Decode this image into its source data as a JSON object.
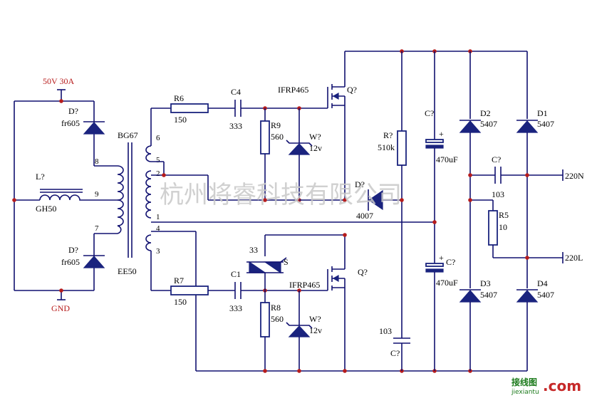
{
  "supply": {
    "vin": "50V 30A",
    "gnd": "GND"
  },
  "transformer": {
    "ref": "BG67",
    "core": "EE50",
    "pins": [
      "8",
      "9",
      "7",
      "6",
      "5",
      "2",
      "1",
      "4",
      "3"
    ]
  },
  "inductor": {
    "ref": "L?",
    "part": "GH50"
  },
  "diodes_input": [
    {
      "ref": "D?",
      "part": "fr605"
    },
    {
      "ref": "D?",
      "part": "fr605"
    }
  ],
  "upper_drive": {
    "r_ref": "R6",
    "r_val": "150",
    "c_ref": "C4",
    "c_val": "333",
    "r2_ref": "R9",
    "r2_val": "560",
    "z_ref": "W?",
    "z_val": "12v"
  },
  "lower_drive": {
    "r_ref": "R7",
    "r_val": "150",
    "c_ref": "C1",
    "c_val": "333",
    "r2_ref": "R8",
    "r2_val": "560",
    "z_ref": "W?",
    "z_val": "12v",
    "sidac_val": "33",
    "sidac_ref": "S"
  },
  "mosfets": [
    {
      "part": "IFRP465",
      "ref": "Q?"
    },
    {
      "part": "IFRP465",
      "ref": "Q?"
    }
  ],
  "bleed": {
    "r_ref": "R?",
    "r_val": "510k",
    "d_ref": "D?",
    "d_val": "4007",
    "c_val": "103",
    "c_ref": "C?"
  },
  "bulk_caps": [
    {
      "ref": "C?",
      "val": "470uF"
    },
    {
      "ref": "C?",
      "val": "470uF"
    }
  ],
  "bridge": [
    {
      "ref": "D2",
      "val": "5407"
    },
    {
      "ref": "D1",
      "val": "5407"
    },
    {
      "ref": "D3",
      "val": "5407"
    },
    {
      "ref": "D4",
      "val": "5407"
    }
  ],
  "output": {
    "c_ref": "C?",
    "c_val": "103",
    "r_ref": "R5",
    "r_val": "10",
    "n_label": "220N",
    "l_label": "220L"
  },
  "watermark": "杭州将睿科技有限公司",
  "logo": {
    "cn": "接线图",
    "en": "jiexiantu",
    "dot": ".com"
  }
}
